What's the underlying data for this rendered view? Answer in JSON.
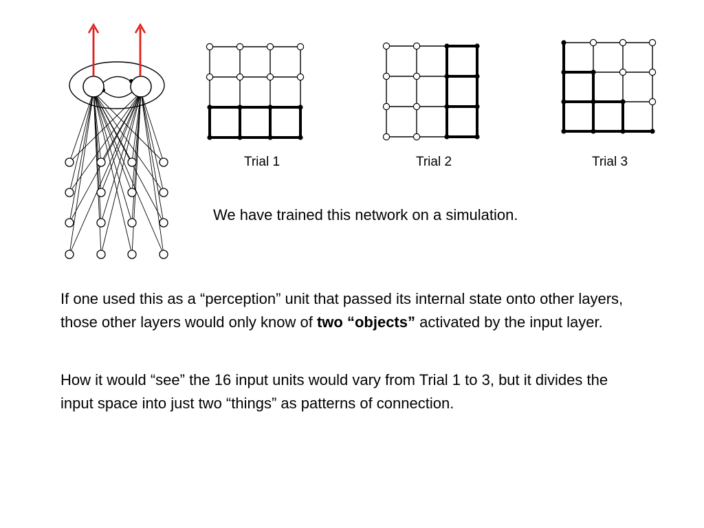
{
  "trials": [
    {
      "label": "Trial 1",
      "filled": [
        [
          0,
          0,
          0,
          0
        ],
        [
          0,
          0,
          0,
          0
        ],
        [
          1,
          1,
          1,
          1
        ],
        [
          1,
          1,
          1,
          1
        ]
      ]
    },
    {
      "label": "Trial 2",
      "filled": [
        [
          0,
          0,
          1,
          1
        ],
        [
          0,
          0,
          1,
          1
        ],
        [
          0,
          0,
          1,
          1
        ],
        [
          0,
          0,
          1,
          1
        ]
      ]
    },
    {
      "label": "Trial 3",
      "filled": [
        [
          1,
          0,
          0,
          0
        ],
        [
          1,
          1,
          0,
          0
        ],
        [
          1,
          1,
          1,
          0
        ],
        [
          1,
          1,
          1,
          1
        ]
      ]
    }
  ],
  "network": {
    "output_arrow_color": "#e0201c",
    "input_rows": 4,
    "input_cols": 4
  },
  "text": {
    "simulation_note": "We have trained this network on a simulation.",
    "para1_before": "If one used this as a “perception” unit that passed its internal state onto other layers, those other layers would only know of ",
    "para1_bold": "two “objects”",
    "para1_after": " activated by the input layer.",
    "para2": "How it would “see” the 16 input units would vary from Trial 1 to 3, but it divides the input space into just two “things” as patterns of connection."
  }
}
